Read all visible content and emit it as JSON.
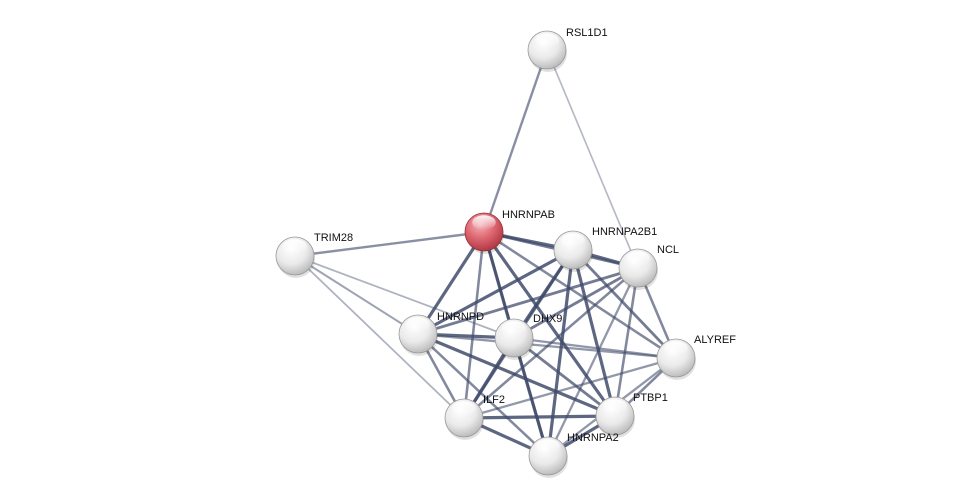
{
  "network": {
    "nodes": [
      {
        "id": "RSL1D1",
        "label": "RSL1D1",
        "query": false
      },
      {
        "id": "HNRNPAB",
        "label": "HNRNPAB",
        "query": true
      },
      {
        "id": "TRIM28",
        "label": "TRIM28",
        "query": false
      },
      {
        "id": "HNRNPA2B1",
        "label": "HNRNPA2B1",
        "query": false
      },
      {
        "id": "NCL",
        "label": "NCL",
        "query": false
      },
      {
        "id": "HNRNPD",
        "label": "HNRNPD",
        "query": false
      },
      {
        "id": "DHX9",
        "label": "DHX9",
        "query": false
      },
      {
        "id": "ALYREF",
        "label": "ALYREF",
        "query": false
      },
      {
        "id": "ILF2",
        "label": "ILF2",
        "query": false
      },
      {
        "id": "PTBP1",
        "label": "PTBP1",
        "query": false
      },
      {
        "id": "HNRNPA2",
        "label": "HNRNPA2",
        "query": false
      }
    ],
    "edges": [
      {
        "source": "HNRNPAB",
        "target": "RSL1D1",
        "strength": 0.55
      },
      {
        "source": "RSL1D1",
        "target": "NCL",
        "strength": 0.25
      },
      {
        "source": "HNRNPAB",
        "target": "TRIM28",
        "strength": 0.55
      },
      {
        "source": "HNRNPAB",
        "target": "HNRNPA2B1",
        "strength": 0.85
      },
      {
        "source": "HNRNPAB",
        "target": "NCL",
        "strength": 0.7
      },
      {
        "source": "HNRNPAB",
        "target": "HNRNPD",
        "strength": 0.85
      },
      {
        "source": "HNRNPAB",
        "target": "DHX9",
        "strength": 0.85
      },
      {
        "source": "HNRNPAB",
        "target": "ILF2",
        "strength": 0.6
      },
      {
        "source": "HNRNPAB",
        "target": "PTBP1",
        "strength": 0.85
      },
      {
        "source": "HNRNPAB",
        "target": "HNRNPA2",
        "strength": 0.6
      },
      {
        "source": "HNRNPAB",
        "target": "ALYREF",
        "strength": 0.6
      },
      {
        "source": "TRIM28",
        "target": "HNRNPD",
        "strength": 0.4
      },
      {
        "source": "TRIM28",
        "target": "ILF2",
        "strength": 0.3
      },
      {
        "source": "TRIM28",
        "target": "DHX9",
        "strength": 0.3
      },
      {
        "source": "HNRNPA2B1",
        "target": "NCL",
        "strength": 0.85
      },
      {
        "source": "HNRNPA2B1",
        "target": "HNRNPD",
        "strength": 0.85
      },
      {
        "source": "HNRNPA2B1",
        "target": "DHX9",
        "strength": 0.85
      },
      {
        "source": "HNRNPA2B1",
        "target": "ALYREF",
        "strength": 0.7
      },
      {
        "source": "HNRNPA2B1",
        "target": "ILF2",
        "strength": 0.7
      },
      {
        "source": "HNRNPA2B1",
        "target": "PTBP1",
        "strength": 0.85
      },
      {
        "source": "HNRNPA2B1",
        "target": "HNRNPA2",
        "strength": 0.85
      },
      {
        "source": "NCL",
        "target": "HNRNPD",
        "strength": 0.7
      },
      {
        "source": "NCL",
        "target": "DHX9",
        "strength": 0.7
      },
      {
        "source": "NCL",
        "target": "ALYREF",
        "strength": 0.6
      },
      {
        "source": "NCL",
        "target": "ILF2",
        "strength": 0.6
      },
      {
        "source": "NCL",
        "target": "PTBP1",
        "strength": 0.6
      },
      {
        "source": "NCL",
        "target": "HNRNPA2",
        "strength": 0.5
      },
      {
        "source": "HNRNPD",
        "target": "DHX9",
        "strength": 0.85
      },
      {
        "source": "HNRNPD",
        "target": "ALYREF",
        "strength": 0.5
      },
      {
        "source": "HNRNPD",
        "target": "ILF2",
        "strength": 0.6
      },
      {
        "source": "HNRNPD",
        "target": "PTBP1",
        "strength": 0.85
      },
      {
        "source": "HNRNPD",
        "target": "HNRNPA2",
        "strength": 0.6
      },
      {
        "source": "DHX9",
        "target": "ALYREF",
        "strength": 0.5
      },
      {
        "source": "DHX9",
        "target": "ILF2",
        "strength": 0.85
      },
      {
        "source": "DHX9",
        "target": "PTBP1",
        "strength": 0.7
      },
      {
        "source": "DHX9",
        "target": "HNRNPA2",
        "strength": 0.85
      },
      {
        "source": "ALYREF",
        "target": "ILF2",
        "strength": 0.5
      },
      {
        "source": "ALYREF",
        "target": "PTBP1",
        "strength": 0.6
      },
      {
        "source": "ALYREF",
        "target": "HNRNPA2",
        "strength": 0.5
      },
      {
        "source": "ILF2",
        "target": "PTBP1",
        "strength": 0.85
      },
      {
        "source": "ILF2",
        "target": "HNRNPA2",
        "strength": 0.85
      },
      {
        "source": "PTBP1",
        "target": "HNRNPA2",
        "strength": 0.85
      }
    ]
  },
  "colors": {
    "query_node": "#d9555f",
    "node": "#e8e8e8",
    "edge": "#3f4a6a",
    "background": "#ffffff"
  }
}
